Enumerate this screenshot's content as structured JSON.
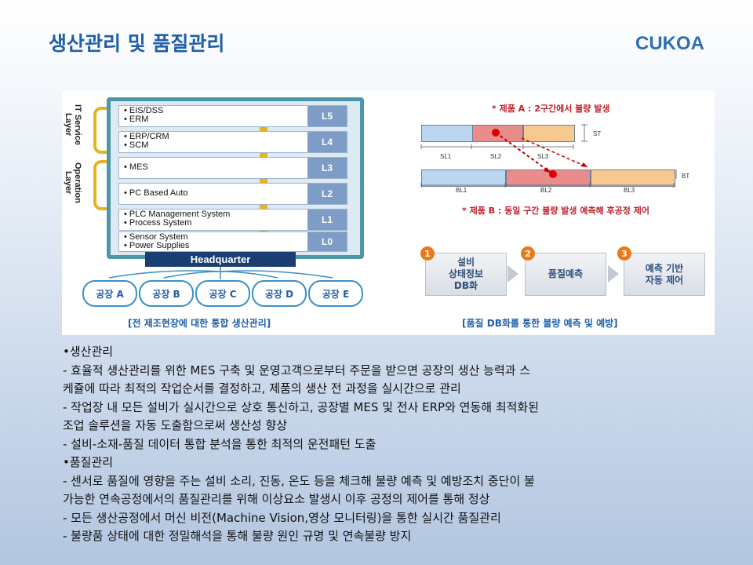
{
  "slide": {
    "title": "생산관리 및 품질관리",
    "brand": "CUKOA"
  },
  "figure": {
    "left": {
      "side_labels": [
        "IT Service Layer",
        "Operation Layer"
      ],
      "layers": [
        {
          "line1": "• EIS/DSS",
          "line2": "• ERM",
          "level": "L5"
        },
        {
          "line1": "• ERP/CRM",
          "line2": "• SCM",
          "level": "L4"
        },
        {
          "line1": "• MES",
          "line2": "",
          "level": "L3"
        },
        {
          "line1": "• PC Based Auto",
          "line2": "",
          "level": "L2"
        },
        {
          "line1": "• PLC Management System",
          "line2": "• Process System",
          "level": "L1"
        },
        {
          "line1": "• Sensor System",
          "line2": "• Power Supplies",
          "level": "L0"
        }
      ],
      "hq": "Headquarter",
      "factories": [
        "공장 A",
        "공장 B",
        "공장 C",
        "공장 D",
        "공장 E"
      ],
      "caption": "[전 제조현장에 대한 통합 생산관리]"
    },
    "right": {
      "product_a": "* 제품 A : 2구간에서 불량 발생",
      "product_b": "* 제품 B : 동일 구간 불량 발생 예측해 후공정 제어",
      "st_label": "ST",
      "bt_label": "BT",
      "sl_labels": [
        "SL1",
        "SL2",
        "SL3"
      ],
      "bl_labels": [
        "BL1",
        "BL2",
        "BL3"
      ],
      "steps": [
        {
          "num": "1",
          "line1": "설비",
          "line2": "상태정보",
          "line3": "DB화"
        },
        {
          "num": "2",
          "line1": "품질예측",
          "line2": "",
          "line3": ""
        },
        {
          "num": "3",
          "line1": "예측 기반",
          "line2": "자동 제어",
          "line3": ""
        }
      ],
      "caption": "[품질 DB화를 통한 불량 예측 및 예방]"
    }
  },
  "body": {
    "lines": [
      "•생산관리",
      "- 효율적 생산관리를 위한 MES 구축 및 운영고객으로부터 주문을 받으면 공장의 생산 능력과 스",
      "케쥴에 따라 최적의 작업순서를 결정하고, 제품의 생산 전 과정을 실시간으로 관리",
      "- 작업장 내 모든 설비가 실시간으로 상호 통신하고, 공장별 MES 및 전사 ERP와 연동해 최적화된",
      "조업 솔루션을 자동 도출함으로써 생산성 향상",
      "- 설비-소재-품질 데이터 통합 분석을 통한 최적의 운전패턴 도출",
      "•품질관리",
      "- 센서로 품질에 영향을 주는 설비 소리, 진동, 온도 등을 체크해 불량 예측 및 예방조치 중단이 불",
      "가능한 연속공정에서의 품질관리를 위해 이상요소 발생시 이후 공정의 제어를 통해 정상",
      "- 모든 생산공정에서 머신 비전(Machine Vision,영상 모니터링)을 통한 실시간 품질관리",
      "- 불량품 상태에 대한 정밀해석을 통해 불량 원인 규명 및 연속불량 방지"
    ]
  }
}
